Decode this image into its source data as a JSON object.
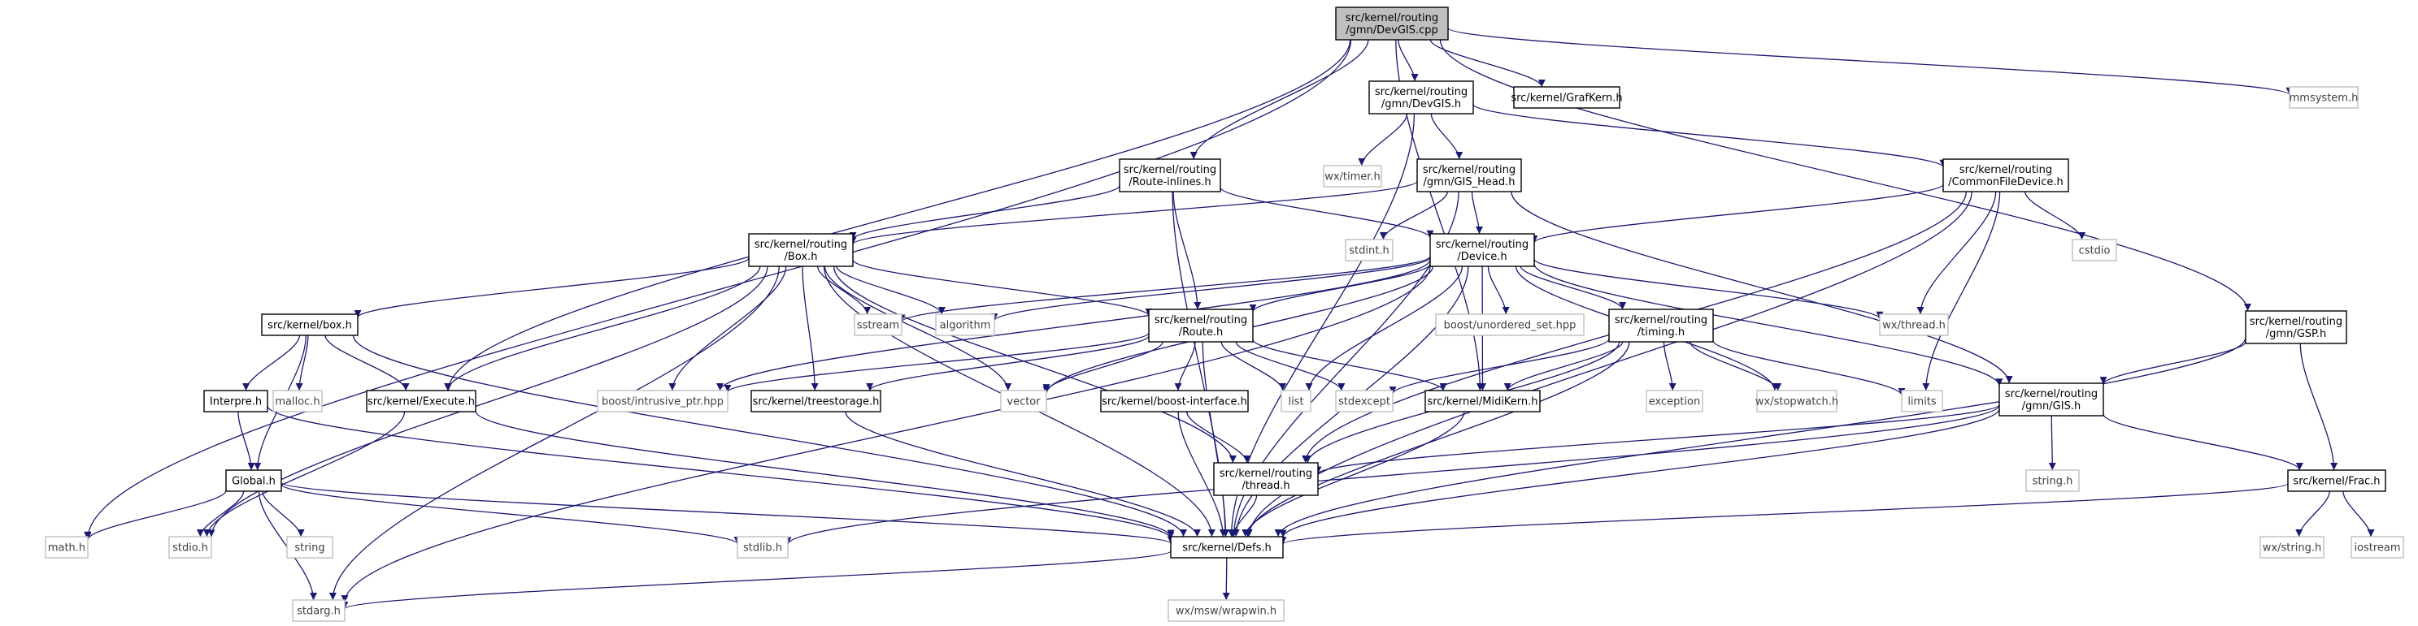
{
  "diagram": {
    "nodes": [
      {
        "id": "devgis_cpp",
        "lines": [
          "src/kernel/routing",
          "/gmn/DevGIS.cpp"
        ],
        "style": "root"
      },
      {
        "id": "devgis_h",
        "lines": [
          "src/kernel/routing",
          "/gmn/DevGIS.h"
        ],
        "style": "doc"
      },
      {
        "id": "grafkern",
        "lines": [
          "src/kernel/GrafKern.h"
        ],
        "style": "doc"
      },
      {
        "id": "mmsystem",
        "lines": [
          "mmsystem.h"
        ],
        "style": "sys"
      },
      {
        "id": "route_inlines",
        "lines": [
          "src/kernel/routing",
          "/Route-inlines.h"
        ],
        "style": "doc"
      },
      {
        "id": "wxtimer",
        "lines": [
          "wx/timer.h"
        ],
        "style": "sys"
      },
      {
        "id": "gis_head",
        "lines": [
          "src/kernel/routing",
          "/gmn/GIS_Head.h"
        ],
        "style": "doc"
      },
      {
        "id": "commonfile",
        "lines": [
          "src/kernel/routing",
          "/CommonFileDevice.h"
        ],
        "style": "doc"
      },
      {
        "id": "box_h",
        "lines": [
          "src/kernel/routing",
          "/Box.h"
        ],
        "style": "doc"
      },
      {
        "id": "stdint",
        "lines": [
          "stdint.h"
        ],
        "style": "sys"
      },
      {
        "id": "device",
        "lines": [
          "src/kernel/routing",
          "/Device.h"
        ],
        "style": "doc"
      },
      {
        "id": "cstdio",
        "lines": [
          "cstdio"
        ],
        "style": "sys"
      },
      {
        "id": "gsp",
        "lines": [
          "src/kernel/routing",
          "/gmn/GSP.h"
        ],
        "style": "doc"
      },
      {
        "id": "kbox",
        "lines": [
          "src/kernel/box.h"
        ],
        "style": "doc"
      },
      {
        "id": "sstream",
        "lines": [
          "sstream"
        ],
        "style": "sys"
      },
      {
        "id": "algorithm",
        "lines": [
          "algorithm"
        ],
        "style": "sys"
      },
      {
        "id": "route_h",
        "lines": [
          "src/kernel/routing",
          "/Route.h"
        ],
        "style": "doc"
      },
      {
        "id": "unordered",
        "lines": [
          "boost/unordered_set.hpp"
        ],
        "style": "sys"
      },
      {
        "id": "timing",
        "lines": [
          "src/kernel/routing",
          "/timing.h"
        ],
        "style": "doc"
      },
      {
        "id": "wxthread",
        "lines": [
          "wx/thread.h"
        ],
        "style": "sys"
      },
      {
        "id": "interpre",
        "lines": [
          "Interpre.h"
        ],
        "style": "doc"
      },
      {
        "id": "malloc",
        "lines": [
          "malloc.h"
        ],
        "style": "sys"
      },
      {
        "id": "execute",
        "lines": [
          "src/kernel/Execute.h"
        ],
        "style": "doc"
      },
      {
        "id": "intrusive",
        "lines": [
          "boost/intrusive_ptr.hpp"
        ],
        "style": "sys"
      },
      {
        "id": "treestorage",
        "lines": [
          "src/kernel/treestorage.h"
        ],
        "style": "doc"
      },
      {
        "id": "vector",
        "lines": [
          "vector"
        ],
        "style": "sys"
      },
      {
        "id": "boostif",
        "lines": [
          "src/kernel/boost-interface.h"
        ],
        "style": "doc"
      },
      {
        "id": "list",
        "lines": [
          "list"
        ],
        "style": "sys"
      },
      {
        "id": "stdexcept",
        "lines": [
          "stdexcept"
        ],
        "style": "sys"
      },
      {
        "id": "midikern",
        "lines": [
          "src/kernel/MidiKern.h"
        ],
        "style": "doc"
      },
      {
        "id": "exception",
        "lines": [
          "exception"
        ],
        "style": "sys"
      },
      {
        "id": "stopwatch",
        "lines": [
          "wx/stopwatch.h"
        ],
        "style": "sys"
      },
      {
        "id": "limits",
        "lines": [
          "limits"
        ],
        "style": "sys"
      },
      {
        "id": "gis_h",
        "lines": [
          "src/kernel/routing",
          "/gmn/GIS.h"
        ],
        "style": "doc"
      },
      {
        "id": "global",
        "lines": [
          "Global.h"
        ],
        "style": "doc"
      },
      {
        "id": "rthread",
        "lines": [
          "src/kernel/routing",
          "/thread.h"
        ],
        "style": "doc"
      },
      {
        "id": "stringh",
        "lines": [
          "string.h"
        ],
        "style": "sys"
      },
      {
        "id": "frac",
        "lines": [
          "src/kernel/Frac.h"
        ],
        "style": "doc"
      },
      {
        "id": "math",
        "lines": [
          "math.h"
        ],
        "style": "sys"
      },
      {
        "id": "stdio",
        "lines": [
          "stdio.h"
        ],
        "style": "sys"
      },
      {
        "id": "string",
        "lines": [
          "string"
        ],
        "style": "sys"
      },
      {
        "id": "stdlib",
        "lines": [
          "stdlib.h"
        ],
        "style": "sys"
      },
      {
        "id": "defs",
        "lines": [
          "src/kernel/Defs.h"
        ],
        "style": "doc"
      },
      {
        "id": "wxstring",
        "lines": [
          "wx/string.h"
        ],
        "style": "sys"
      },
      {
        "id": "iostream",
        "lines": [
          "iostream"
        ],
        "style": "sys"
      },
      {
        "id": "stdarg",
        "lines": [
          "stdarg.h"
        ],
        "style": "sys"
      },
      {
        "id": "wrapwin",
        "lines": [
          "wx/msw/wrapwin.h"
        ],
        "style": "sys"
      }
    ],
    "edges": [
      [
        "devgis_cpp",
        "math"
      ],
      [
        "devgis_cpp",
        "execute"
      ],
      [
        "devgis_cpp",
        "route_inlines"
      ],
      [
        "devgis_cpp",
        "midikern"
      ],
      [
        "devgis_cpp",
        "devgis_h"
      ],
      [
        "devgis_cpp",
        "grafkern"
      ],
      [
        "devgis_cpp",
        "mmsystem"
      ],
      [
        "devgis_cpp",
        "gsp"
      ],
      [
        "devgis_h",
        "wxtimer"
      ],
      [
        "devgis_h",
        "gis_head"
      ],
      [
        "devgis_h",
        "commonfile"
      ],
      [
        "devgis_h",
        "defs"
      ],
      [
        "route_inlines",
        "box_h"
      ],
      [
        "route_inlines",
        "device"
      ],
      [
        "route_inlines",
        "route_h"
      ],
      [
        "route_inlines",
        "defs"
      ],
      [
        "gis_head",
        "box_h"
      ],
      [
        "gis_head",
        "stdint"
      ],
      [
        "gis_head",
        "device"
      ],
      [
        "gis_head",
        "gis_h"
      ],
      [
        "gis_head",
        "defs"
      ],
      [
        "commonfile",
        "device"
      ],
      [
        "commonfile",
        "cstdio"
      ],
      [
        "commonfile",
        "wxthread"
      ],
      [
        "commonfile",
        "limits"
      ],
      [
        "commonfile",
        "defs"
      ],
      [
        "commonfile",
        "rthread"
      ],
      [
        "box_h",
        "kbox"
      ],
      [
        "box_h",
        "sstream"
      ],
      [
        "box_h",
        "algorithm"
      ],
      [
        "box_h",
        "route_h"
      ],
      [
        "box_h",
        "execute"
      ],
      [
        "box_h",
        "intrusive"
      ],
      [
        "box_h",
        "treestorage"
      ],
      [
        "box_h",
        "vector"
      ],
      [
        "box_h",
        "rthread"
      ],
      [
        "box_h",
        "stdio"
      ],
      [
        "box_h",
        "stdarg"
      ],
      [
        "box_h",
        "defs"
      ],
      [
        "device",
        "sstream"
      ],
      [
        "device",
        "algorithm"
      ],
      [
        "device",
        "route_h"
      ],
      [
        "device",
        "unordered"
      ],
      [
        "device",
        "timing"
      ],
      [
        "device",
        "wxthread"
      ],
      [
        "device",
        "vector"
      ],
      [
        "device",
        "list"
      ],
      [
        "device",
        "midikern"
      ],
      [
        "device",
        "stopwatch"
      ],
      [
        "device",
        "gis_h"
      ],
      [
        "device",
        "intrusive"
      ],
      [
        "device",
        "stdarg"
      ],
      [
        "device",
        "defs"
      ],
      [
        "gsp",
        "gis_h"
      ],
      [
        "gsp",
        "frac"
      ],
      [
        "gsp",
        "defs"
      ],
      [
        "kbox",
        "interpre"
      ],
      [
        "kbox",
        "malloc"
      ],
      [
        "kbox",
        "execute"
      ],
      [
        "kbox",
        "global"
      ],
      [
        "kbox",
        "defs"
      ],
      [
        "route_h",
        "intrusive"
      ],
      [
        "route_h",
        "treestorage"
      ],
      [
        "route_h",
        "vector"
      ],
      [
        "route_h",
        "boostif"
      ],
      [
        "route_h",
        "list"
      ],
      [
        "route_h",
        "stdexcept"
      ],
      [
        "route_h",
        "midikern"
      ],
      [
        "route_h",
        "defs"
      ],
      [
        "timing",
        "stdexcept"
      ],
      [
        "timing",
        "midikern"
      ],
      [
        "timing",
        "exception"
      ],
      [
        "timing",
        "stopwatch"
      ],
      [
        "timing",
        "limits"
      ],
      [
        "timing",
        "rthread"
      ],
      [
        "timing",
        "defs"
      ],
      [
        "interpre",
        "global"
      ],
      [
        "interpre",
        "defs"
      ],
      [
        "execute",
        "stdio"
      ],
      [
        "execute",
        "defs"
      ],
      [
        "treestorage",
        "defs"
      ],
      [
        "boostif",
        "rthread"
      ],
      [
        "boostif",
        "defs"
      ],
      [
        "midikern",
        "defs"
      ],
      [
        "gis_h",
        "stringh"
      ],
      [
        "gis_h",
        "frac"
      ],
      [
        "gis_h",
        "rthread"
      ],
      [
        "gis_h",
        "stdlib"
      ],
      [
        "gis_h",
        "defs"
      ],
      [
        "global",
        "math"
      ],
      [
        "global",
        "stdio"
      ],
      [
        "global",
        "string"
      ],
      [
        "global",
        "stdlib"
      ],
      [
        "global",
        "stdarg"
      ],
      [
        "global",
        "defs"
      ],
      [
        "rthread",
        "defs"
      ],
      [
        "frac",
        "wxstring"
      ],
      [
        "frac",
        "iostream"
      ],
      [
        "frac",
        "defs"
      ],
      [
        "defs",
        "stdarg"
      ],
      [
        "defs",
        "wrapwin"
      ]
    ]
  },
  "colors": {
    "root_fill": "#bfbfbf",
    "doc_fill": "#ffffff",
    "doc_stroke": "#000000",
    "sys_stroke": "#bfbfbf",
    "sys_text": "#404040",
    "doc_text": "#000000",
    "edge": "#191970"
  }
}
